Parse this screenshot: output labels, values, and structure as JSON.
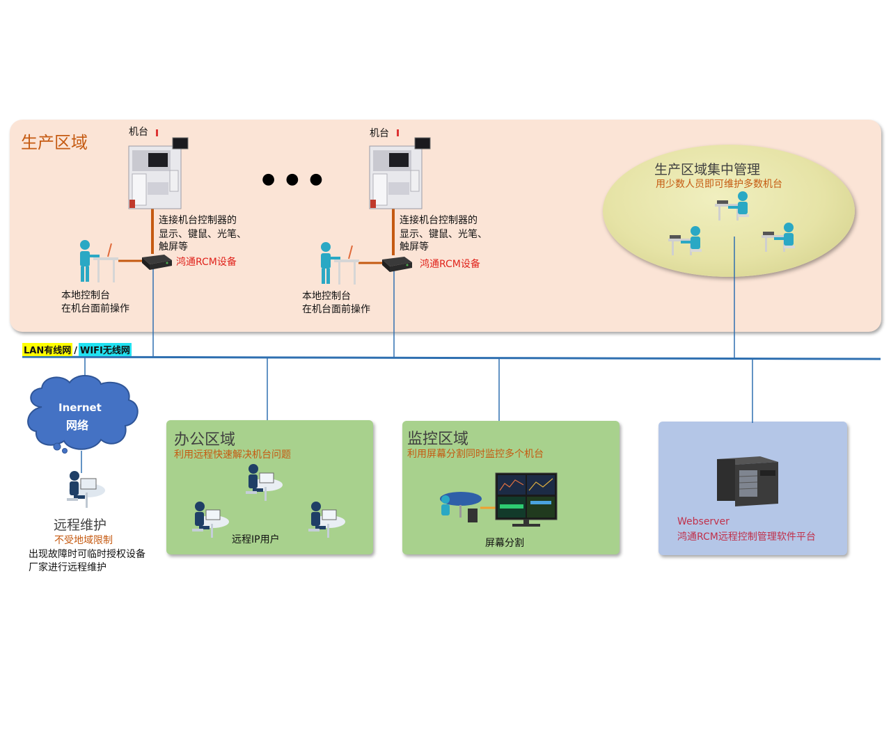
{
  "production": {
    "title": "生产区域",
    "machine_label_1": "机台",
    "machine_label_2": "机台",
    "ellipsis": "● ● ●",
    "connect_desc_1": [
      "连接机台控制器的",
      "显示、键鼠、光笔、",
      "触屏等"
    ],
    "connect_desc_2": [
      "连接机台控制器的",
      "显示、键鼠、光笔、",
      "触屏等"
    ],
    "rcm_label_1": "鸿通RCM设备",
    "rcm_label_2": "鸿通RCM设备",
    "console_1": [
      "本地控制台",
      "在机台面前操作"
    ],
    "console_2": [
      "本地控制台",
      "在机台面前操作"
    ],
    "central": {
      "title": "生产区域集中管理",
      "subtitle": "用少数人员即可维护多数机台"
    }
  },
  "network": {
    "lan": "LAN有线网",
    "slash": "/",
    "wifi": "WIFI无线网"
  },
  "internet": {
    "cloud_line1": "Inernet",
    "cloud_line2": "网络",
    "title": "远程维护",
    "subtitle": "不受地域限制",
    "desc": [
      "出现故障时可临时授权设备",
      "厂家进行远程维护"
    ]
  },
  "office": {
    "title": "办公区域",
    "subtitle": "利用远程快速解决机台问题",
    "caption": "远程IP用户"
  },
  "monitor": {
    "title": "监控区域",
    "subtitle": "利用屏幕分割同时监控多个机台",
    "caption": "屏幕分割"
  },
  "server": {
    "title": "Webserver",
    "subtitle": "鸿通RCM远程控制管理软件平台"
  },
  "colors": {
    "line": "#2e6fb0",
    "cable": "#c55a11",
    "person": "#2aa8c4",
    "production_bg": "#fbe4d6",
    "green_panel": "#a8d18d",
    "blue_panel": "#b4c6e7"
  }
}
